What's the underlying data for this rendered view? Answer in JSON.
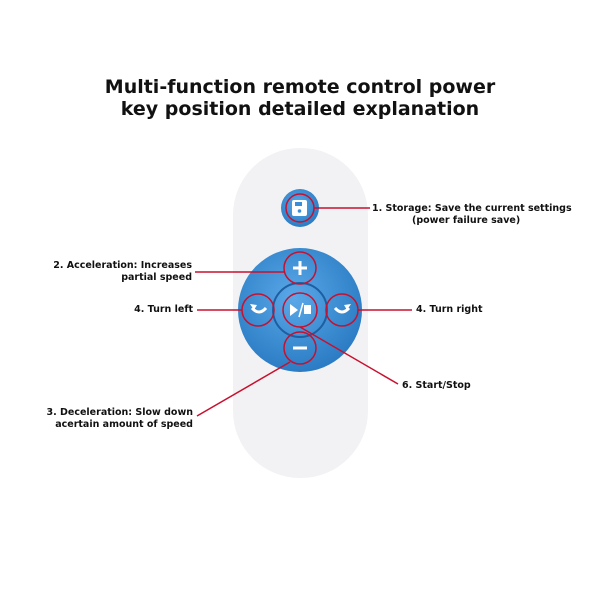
{
  "title_lines": [
    "Multi-function remote control power",
    "key position detailed explanation"
  ],
  "labels": {
    "storage": [
      "1. Storage: Save the current settings",
      "(power failure save)"
    ],
    "acceleration": [
      "2. Acceleration: Increases",
      "partial speed"
    ],
    "turn_left": "4. Turn left",
    "turn_right": "4. Turn right",
    "start_stop": "6. Start/Stop",
    "deceleration": [
      "3. Deceleration: Slow down",
      "acertain amount of speed"
    ]
  },
  "colors": {
    "button_blue": "#3a8fd6",
    "callout_red": "#c8102e",
    "remote_body": "#f2f2f4"
  }
}
